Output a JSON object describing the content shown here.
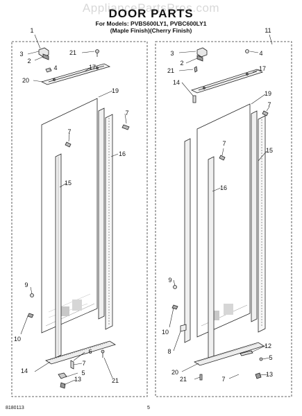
{
  "watermark": "AppliancePartsPros.com",
  "title": "DOOR PARTS",
  "models": "For Models: PVBS600LY1, PVBC600LY1",
  "finish": "(Maple Finish)(Cherry Finish)",
  "footer": {
    "doc_number": "8180113",
    "page": "5"
  },
  "left_callouts": [
    "1",
    "3",
    "2",
    "21",
    "4",
    "17",
    "20",
    "19",
    "7",
    "7",
    "16",
    "15",
    "9",
    "10",
    "6",
    "7",
    "5",
    "13",
    "14",
    "21"
  ],
  "right_callouts": [
    "11",
    "3",
    "4",
    "2",
    "21",
    "17",
    "14",
    "19",
    "7",
    "7",
    "15",
    "16",
    "9",
    "10",
    "8",
    "12",
    "20",
    "5",
    "21",
    "7",
    "13"
  ]
}
